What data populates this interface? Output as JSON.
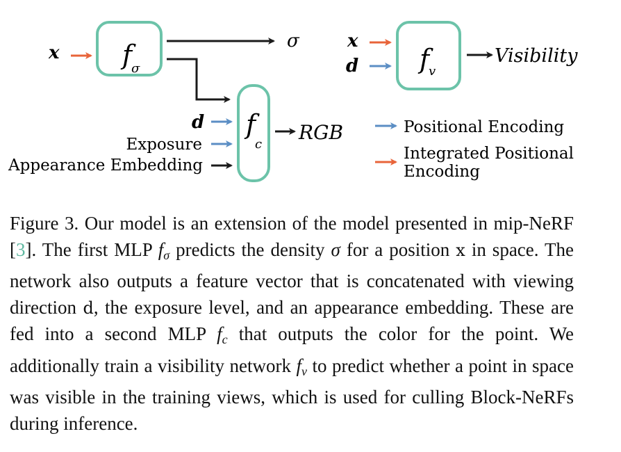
{
  "diagram": {
    "colors": {
      "box_stroke": "#6cc3a9",
      "arrow_orange": "#e8643a",
      "arrow_blue": "#5b8ec4",
      "arrow_black": "#1a1a1a"
    },
    "blocks": {
      "f_sigma": {
        "symbol": "f",
        "subscript": "σ"
      },
      "f_c": {
        "symbol": "f",
        "subscript": "c"
      },
      "f_v": {
        "symbol": "f",
        "subscript": "v"
      }
    },
    "inputs": {
      "x_sigma": "x",
      "d_c": "d",
      "exposure": "Exposure",
      "appearance": "Appearance Embedding",
      "x_v": "x",
      "d_v": "d"
    },
    "outputs": {
      "sigma": "σ",
      "rgb": "RGB",
      "visibility": "Visibility"
    },
    "legend": [
      {
        "color": "blue",
        "label_lines": [
          "Positional Encoding"
        ]
      },
      {
        "color": "orange",
        "label_lines": [
          "Integrated Positional",
          "Encoding"
        ]
      }
    ]
  },
  "caption": {
    "label": "Figure 3.",
    "segments": {
      "s1": " Our model is an extension of the model presented in mip-NeRF [",
      "cite": "3",
      "s2": "]. The first MLP ",
      "f1": "f",
      "f1_sub": "σ",
      "s3": " predicts the density ",
      "sigma": "σ",
      "s4": " for a position ",
      "x": "x",
      "s5": " in space. The network also outputs a feature vector that is concatenated with viewing direction ",
      "d": "d",
      "s6": ", the exposure level, and an appearance embedding. These are fed into a second MLP ",
      "f2": "f",
      "f2_sub": "c",
      "s7": " that outputs the color for the point. We additionally train a visibility network ",
      "f3": "f",
      "f3_sub": "v",
      "s8": " to predict whether a point in space was visible in the training views, which is used for culling Block-NeRFs during inference."
    }
  }
}
